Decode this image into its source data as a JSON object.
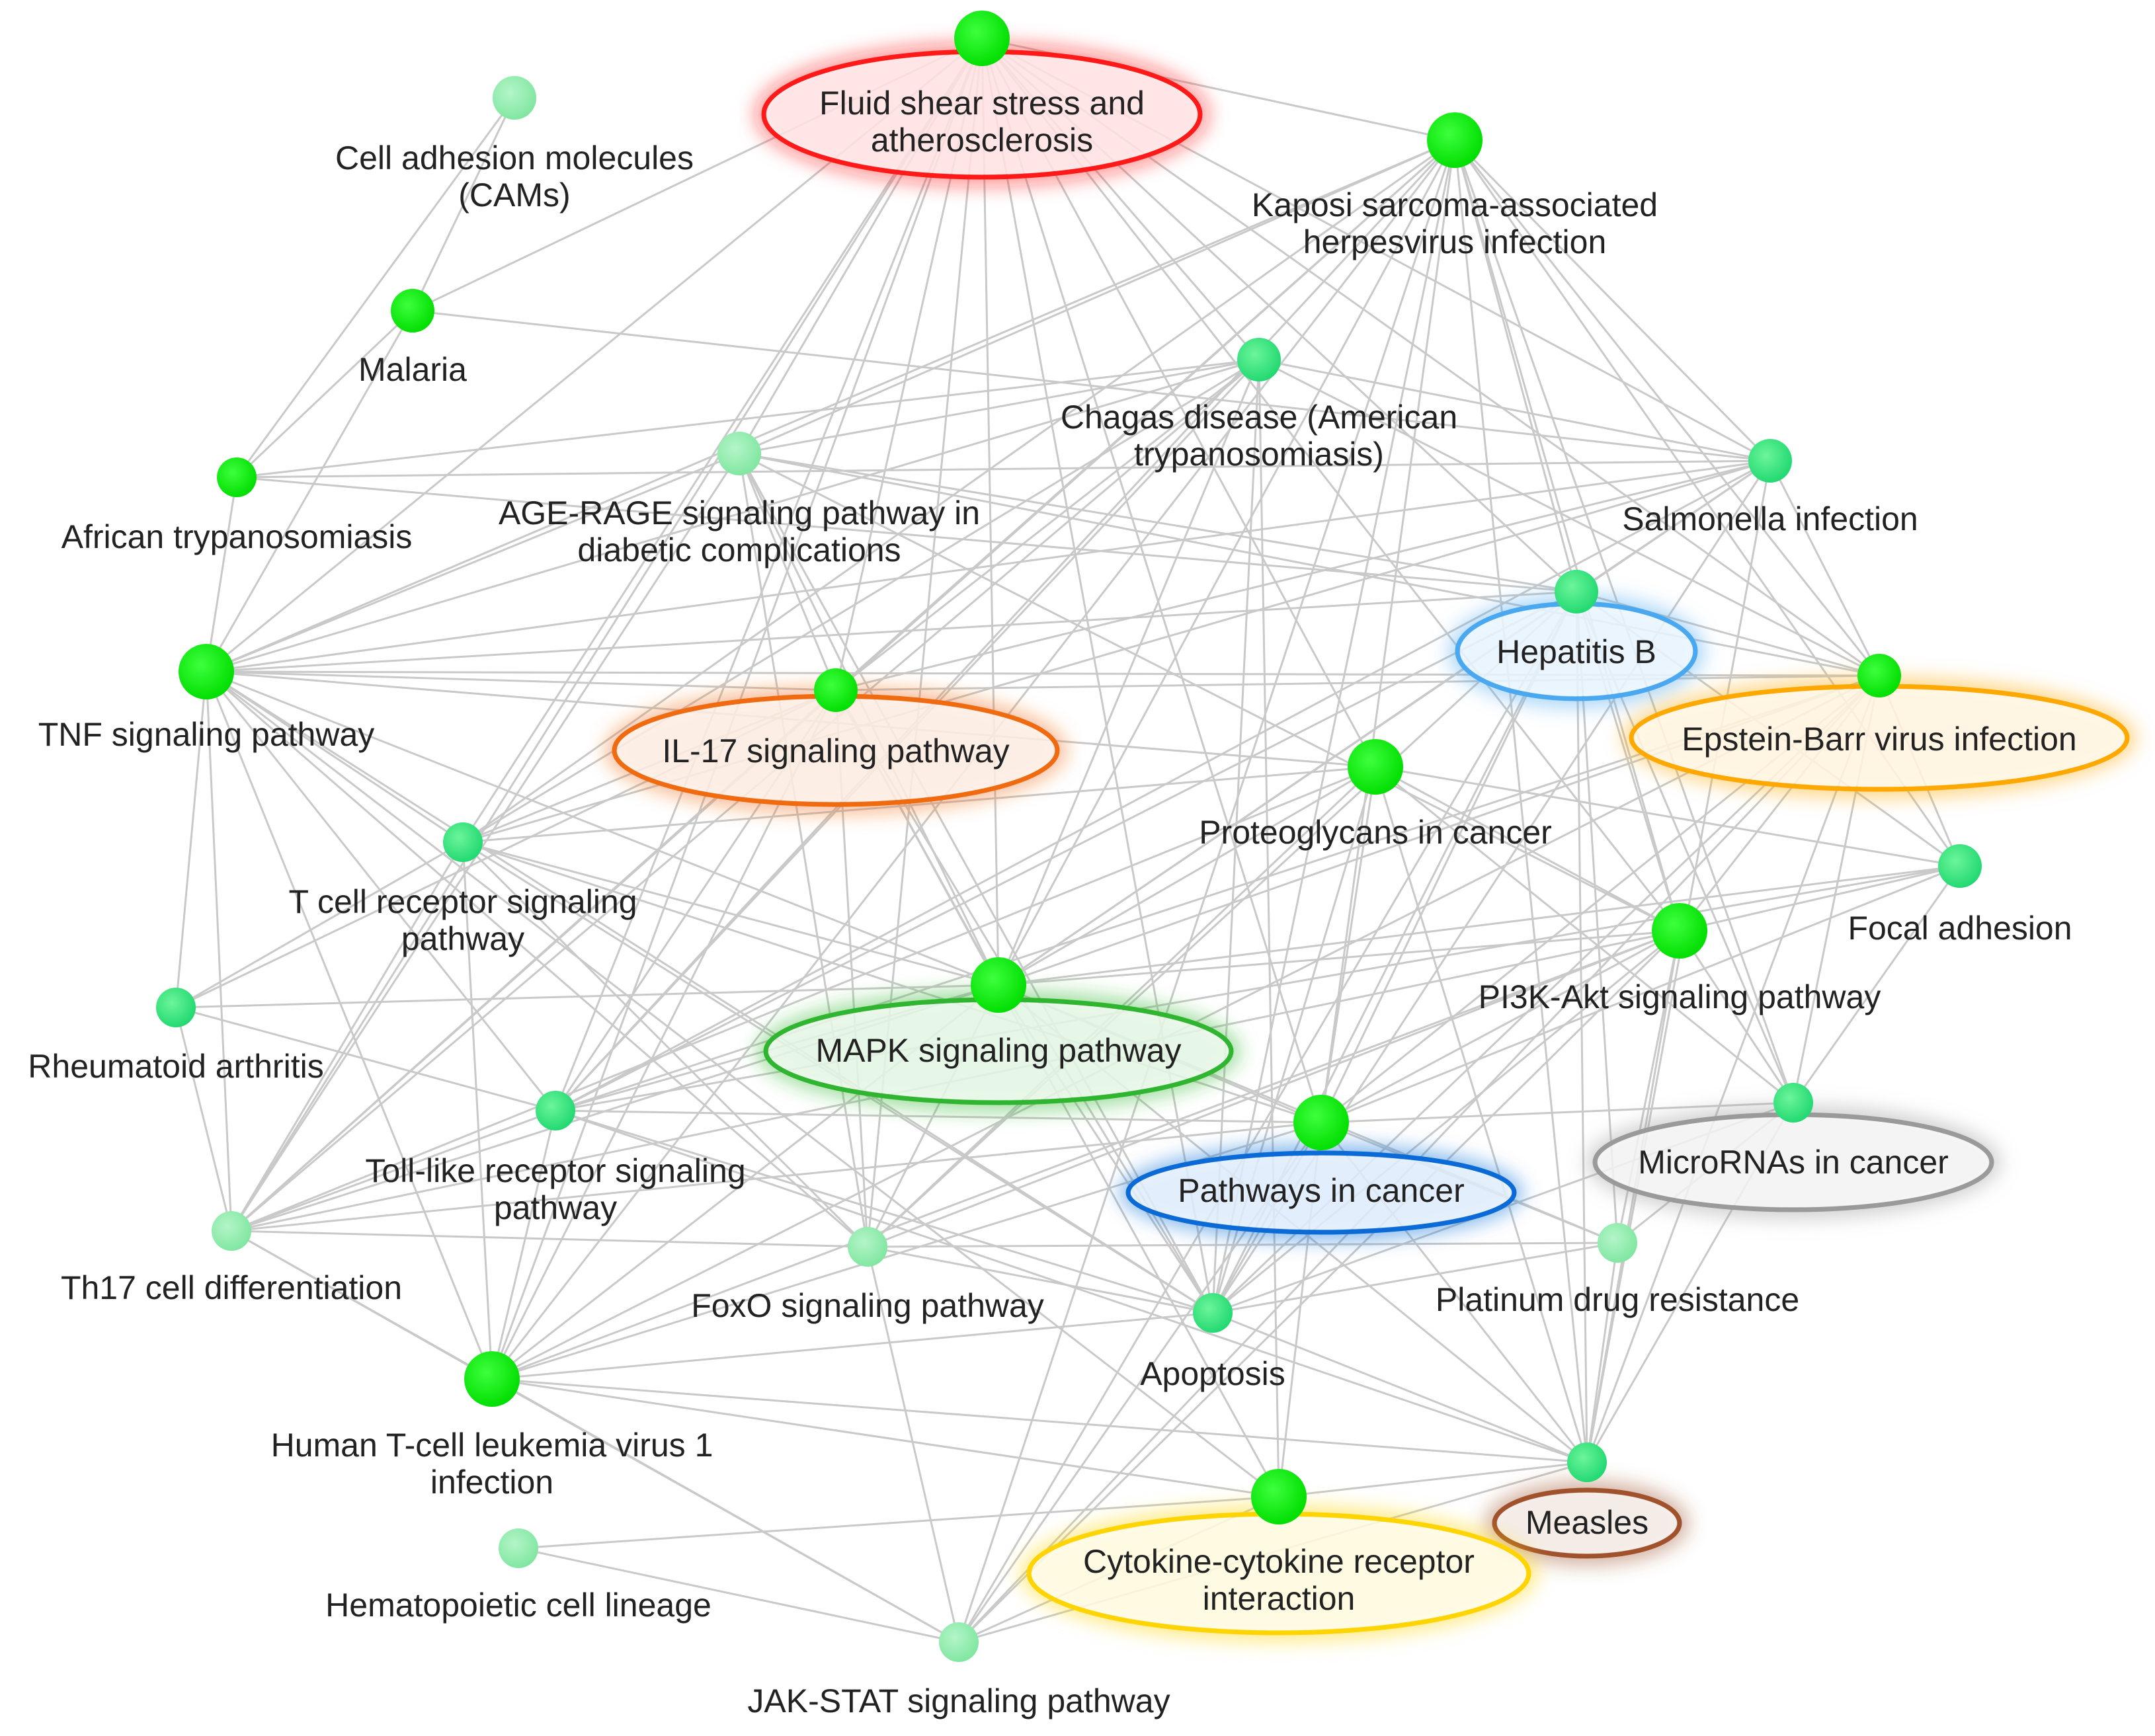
{
  "diagram": {
    "type": "pathway-network",
    "nodes": [
      {
        "id": "fluid-shear",
        "lines": [
          "Fluid shear stress and",
          "atherosclerosis"
        ],
        "size": "large",
        "shade": "bright",
        "highlight": "#ff1a1a"
      },
      {
        "id": "cams",
        "lines": [
          "Cell adhesion molecules",
          "(CAMs)"
        ],
        "size": "medium",
        "shade": "pale"
      },
      {
        "id": "kaposi",
        "lines": [
          "Kaposi sarcoma-associated",
          "herpesvirus infection"
        ],
        "size": "large",
        "shade": "bright"
      },
      {
        "id": "malaria",
        "lines": [
          "Malaria"
        ],
        "size": "medium",
        "shade": "bright"
      },
      {
        "id": "chagas",
        "lines": [
          "Chagas disease (American",
          "trypanosomiasis)"
        ],
        "size": "medium",
        "shade": "medium"
      },
      {
        "id": "african",
        "lines": [
          "African trypanosomiasis"
        ],
        "size": "small",
        "shade": "bright"
      },
      {
        "id": "age-rage",
        "lines": [
          "AGE-RAGE signaling pathway in",
          "diabetic complications"
        ],
        "size": "medium",
        "shade": "pale"
      },
      {
        "id": "salmonella",
        "lines": [
          "Salmonella infection"
        ],
        "size": "medium",
        "shade": "medium"
      },
      {
        "id": "hepatitis-b",
        "lines": [
          "Hepatitis B"
        ],
        "size": "medium",
        "shade": "medium",
        "highlight": "#4aa8f0"
      },
      {
        "id": "tnf",
        "lines": [
          "TNF signaling pathway"
        ],
        "size": "large",
        "shade": "bright"
      },
      {
        "id": "il17",
        "lines": [
          "IL-17 signaling pathway"
        ],
        "size": "medium",
        "shade": "bright",
        "highlight": "#f06a10"
      },
      {
        "id": "ebv",
        "lines": [
          "Epstein-Barr virus infection"
        ],
        "size": "medium",
        "shade": "bright",
        "highlight": "#ffa800"
      },
      {
        "id": "proteoglycans",
        "lines": [
          "Proteoglycans in cancer"
        ],
        "size": "large",
        "shade": "bright"
      },
      {
        "id": "tcr",
        "lines": [
          "T cell receptor signaling",
          "pathway"
        ],
        "size": "small",
        "shade": "medium"
      },
      {
        "id": "focal",
        "lines": [
          "Focal adhesion"
        ],
        "size": "medium",
        "shade": "medium"
      },
      {
        "id": "pi3k",
        "lines": [
          "PI3K-Akt signaling pathway"
        ],
        "size": "large",
        "shade": "bright"
      },
      {
        "id": "ra",
        "lines": [
          "Rheumatoid arthritis"
        ],
        "size": "small",
        "shade": "medium"
      },
      {
        "id": "mapk",
        "lines": [
          "MAPK signaling pathway"
        ],
        "size": "large",
        "shade": "bright",
        "highlight": "#2fb52f"
      },
      {
        "id": "tlr",
        "lines": [
          "Toll-like receptor signaling",
          "pathway"
        ],
        "size": "small",
        "shade": "medium"
      },
      {
        "id": "cancer",
        "lines": [
          "Pathways in cancer"
        ],
        "size": "large",
        "shade": "bright",
        "highlight": "#0a6ad6"
      },
      {
        "id": "mirna",
        "lines": [
          "MicroRNAs in cancer"
        ],
        "size": "small",
        "shade": "medium",
        "highlight": "#9a9a9a"
      },
      {
        "id": "th17",
        "lines": [
          "Th17 cell differentiation"
        ],
        "size": "small",
        "shade": "pale"
      },
      {
        "id": "foxo",
        "lines": [
          "FoxO signaling pathway"
        ],
        "size": "small",
        "shade": "pale"
      },
      {
        "id": "platinum",
        "lines": [
          "Platinum drug resistance"
        ],
        "size": "small",
        "shade": "pale"
      },
      {
        "id": "apoptosis",
        "lines": [
          "Apoptosis"
        ],
        "size": "small",
        "shade": "medium"
      },
      {
        "id": "htlv",
        "lines": [
          "Human T-cell leukemia virus 1",
          "infection"
        ],
        "size": "large",
        "shade": "bright"
      },
      {
        "id": "measles",
        "lines": [
          "Measles"
        ],
        "size": "small",
        "shade": "medium",
        "highlight": "#a0522d"
      },
      {
        "id": "cytokine",
        "lines": [
          "Cytokine-cytokine receptor",
          "interaction"
        ],
        "size": "large",
        "shade": "bright",
        "highlight": "#ffd400"
      },
      {
        "id": "hematopoietic",
        "lines": [
          "Hematopoietic cell lineage"
        ],
        "size": "small",
        "shade": "pale"
      },
      {
        "id": "jakstat",
        "lines": [
          "JAK-STAT signaling pathway"
        ],
        "size": "small",
        "shade": "pale"
      }
    ],
    "edges": [
      [
        "fluid-shear",
        "kaposi"
      ],
      [
        "fluid-shear",
        "malaria"
      ],
      [
        "fluid-shear",
        "age-rage"
      ],
      [
        "fluid-shear",
        "tnf"
      ],
      [
        "fluid-shear",
        "il17"
      ],
      [
        "fluid-shear",
        "mapk"
      ],
      [
        "fluid-shear",
        "cancer"
      ],
      [
        "fluid-shear",
        "proteoglycans"
      ],
      [
        "fluid-shear",
        "tcr"
      ],
      [
        "fluid-shear",
        "tlr"
      ],
      [
        "fluid-shear",
        "apoptosis"
      ],
      [
        "fluid-shear",
        "foxo"
      ],
      [
        "fluid-shear",
        "htlv"
      ],
      [
        "fluid-shear",
        "ebv"
      ],
      [
        "fluid-shear",
        "salmonella"
      ],
      [
        "fluid-shear",
        "chagas"
      ],
      [
        "fluid-shear",
        "pi3k"
      ],
      [
        "fluid-shear",
        "th17"
      ],
      [
        "fluid-shear",
        "hepatitis-b"
      ],
      [
        "cams",
        "malaria"
      ],
      [
        "cams",
        "african"
      ],
      [
        "malaria",
        "african"
      ],
      [
        "malaria",
        "tnf"
      ],
      [
        "malaria",
        "salmonella"
      ],
      [
        "african",
        "tnf"
      ],
      [
        "african",
        "chagas"
      ],
      [
        "african",
        "hepatitis-b"
      ],
      [
        "african",
        "salmonella"
      ],
      [
        "kaposi",
        "tnf"
      ],
      [
        "kaposi",
        "il17"
      ],
      [
        "kaposi",
        "mapk"
      ],
      [
        "kaposi",
        "cancer"
      ],
      [
        "kaposi",
        "pi3k"
      ],
      [
        "kaposi",
        "apoptosis"
      ],
      [
        "kaposi",
        "measles"
      ],
      [
        "kaposi",
        "hepatitis-b"
      ],
      [
        "kaposi",
        "ebv"
      ],
      [
        "kaposi",
        "tlr"
      ],
      [
        "kaposi",
        "htlv"
      ],
      [
        "kaposi",
        "jakstat"
      ],
      [
        "kaposi",
        "th17"
      ],
      [
        "kaposi",
        "mirna"
      ],
      [
        "kaposi",
        "salmonella"
      ],
      [
        "kaposi",
        "age-rage"
      ],
      [
        "kaposi",
        "tcr"
      ],
      [
        "kaposi",
        "focal"
      ],
      [
        "chagas",
        "tnf"
      ],
      [
        "chagas",
        "il17"
      ],
      [
        "chagas",
        "mapk"
      ],
      [
        "chagas",
        "tcr"
      ],
      [
        "chagas",
        "tlr"
      ],
      [
        "chagas",
        "apoptosis"
      ],
      [
        "chagas",
        "cytokine"
      ],
      [
        "chagas",
        "th17"
      ],
      [
        "chagas",
        "age-rage"
      ],
      [
        "chagas",
        "ebv"
      ],
      [
        "chagas",
        "salmonella"
      ],
      [
        "age-rage",
        "tnf"
      ],
      [
        "age-rage",
        "il17"
      ],
      [
        "age-rage",
        "mapk"
      ],
      [
        "age-rage",
        "foxo"
      ],
      [
        "age-rage",
        "apoptosis"
      ],
      [
        "age-rage",
        "th17"
      ],
      [
        "age-rage",
        "ebv"
      ],
      [
        "age-rage",
        "hepatitis-b"
      ],
      [
        "age-rage",
        "pi3k"
      ],
      [
        "salmonella",
        "tnf"
      ],
      [
        "salmonella",
        "mapk"
      ],
      [
        "salmonella",
        "tlr"
      ],
      [
        "salmonella",
        "apoptosis"
      ],
      [
        "salmonella",
        "ebv"
      ],
      [
        "salmonella",
        "measles"
      ],
      [
        "salmonella",
        "tcr"
      ],
      [
        "salmonella",
        "il17"
      ],
      [
        "salmonella",
        "hepatitis-b"
      ],
      [
        "hepatitis-b",
        "tnf"
      ],
      [
        "hepatitis-b",
        "mapk"
      ],
      [
        "hepatitis-b",
        "cancer"
      ],
      [
        "hepatitis-b",
        "measles"
      ],
      [
        "hepatitis-b",
        "mirna"
      ],
      [
        "hepatitis-b",
        "tlr"
      ],
      [
        "hepatitis-b",
        "apoptosis"
      ],
      [
        "hepatitis-b",
        "ebv"
      ],
      [
        "hepatitis-b",
        "pi3k"
      ],
      [
        "hepatitis-b",
        "jakstat"
      ],
      [
        "hepatitis-b",
        "foxo"
      ],
      [
        "hepatitis-b",
        "platinum"
      ],
      [
        "hepatitis-b",
        "focal"
      ],
      [
        "tnf",
        "il17"
      ],
      [
        "tnf",
        "mapk"
      ],
      [
        "tnf",
        "tcr"
      ],
      [
        "tnf",
        "ra"
      ],
      [
        "tnf",
        "th17"
      ],
      [
        "tnf",
        "htlv"
      ],
      [
        "tnf",
        "foxo"
      ],
      [
        "tnf",
        "apoptosis"
      ],
      [
        "tnf",
        "ebv"
      ],
      [
        "tnf",
        "proteoglycans"
      ],
      [
        "tnf",
        "tlr"
      ],
      [
        "tnf",
        "cytokine"
      ],
      [
        "il17",
        "mapk"
      ],
      [
        "il17",
        "tcr"
      ],
      [
        "il17",
        "th17"
      ],
      [
        "il17",
        "ra"
      ],
      [
        "il17",
        "htlv"
      ],
      [
        "il17",
        "tlr"
      ],
      [
        "il17",
        "cytokine"
      ],
      [
        "il17",
        "foxo"
      ],
      [
        "il17",
        "ebv"
      ],
      [
        "il17",
        "apoptosis"
      ],
      [
        "ebv",
        "cancer"
      ],
      [
        "ebv",
        "mapk"
      ],
      [
        "ebv",
        "pi3k"
      ],
      [
        "ebv",
        "apoptosis"
      ],
      [
        "ebv",
        "measles"
      ],
      [
        "ebv",
        "mirna"
      ],
      [
        "ebv",
        "tlr"
      ],
      [
        "ebv",
        "htlv"
      ],
      [
        "ebv",
        "jakstat"
      ],
      [
        "ebv",
        "focal"
      ],
      [
        "proteoglycans",
        "mapk"
      ],
      [
        "proteoglycans",
        "cancer"
      ],
      [
        "proteoglycans",
        "pi3k"
      ],
      [
        "proteoglycans",
        "focal"
      ],
      [
        "proteoglycans",
        "mirna"
      ],
      [
        "proteoglycans",
        "apoptosis"
      ],
      [
        "proteoglycans",
        "tcr"
      ],
      [
        "proteoglycans",
        "th17"
      ],
      [
        "proteoglycans",
        "foxo"
      ],
      [
        "proteoglycans",
        "measles"
      ],
      [
        "tcr",
        "mapk"
      ],
      [
        "tcr",
        "th17"
      ],
      [
        "tcr",
        "htlv"
      ],
      [
        "tcr",
        "ra"
      ],
      [
        "tcr",
        "apoptosis"
      ],
      [
        "tcr",
        "foxo"
      ],
      [
        "tcr",
        "cancer"
      ],
      [
        "focal",
        "pi3k"
      ],
      [
        "focal",
        "cancer"
      ],
      [
        "focal",
        "mirna"
      ],
      [
        "focal",
        "mapk"
      ],
      [
        "focal",
        "tlr"
      ],
      [
        "pi3k",
        "mapk"
      ],
      [
        "pi3k",
        "cancer"
      ],
      [
        "pi3k",
        "apoptosis"
      ],
      [
        "pi3k",
        "mirna"
      ],
      [
        "pi3k",
        "foxo"
      ],
      [
        "pi3k",
        "jakstat"
      ],
      [
        "pi3k",
        "measles"
      ],
      [
        "pi3k",
        "htlv"
      ],
      [
        "pi3k",
        "platinum"
      ],
      [
        "pi3k",
        "th17"
      ],
      [
        "ra",
        "th17"
      ],
      [
        "ra",
        "tlr"
      ],
      [
        "ra",
        "mapk"
      ],
      [
        "mapk",
        "cancer"
      ],
      [
        "mapk",
        "tlr"
      ],
      [
        "mapk",
        "foxo"
      ],
      [
        "mapk",
        "apoptosis"
      ],
      [
        "mapk",
        "htlv"
      ],
      [
        "mapk",
        "th17"
      ],
      [
        "mapk",
        "platinum"
      ],
      [
        "mapk",
        "measles"
      ],
      [
        "tlr",
        "th17"
      ],
      [
        "tlr",
        "htlv"
      ],
      [
        "tlr",
        "apoptosis"
      ],
      [
        "tlr",
        "cancer"
      ],
      [
        "tlr",
        "measles"
      ],
      [
        "cancer",
        "apoptosis"
      ],
      [
        "cancer",
        "mirna"
      ],
      [
        "cancer",
        "platinum"
      ],
      [
        "cancer",
        "jakstat"
      ],
      [
        "cancer",
        "measles"
      ],
      [
        "cancer",
        "cytokine"
      ],
      [
        "cancer",
        "htlv"
      ],
      [
        "mirna",
        "apoptosis"
      ],
      [
        "mirna",
        "platinum"
      ],
      [
        "mirna",
        "measles"
      ],
      [
        "th17",
        "htlv"
      ],
      [
        "th17",
        "foxo"
      ],
      [
        "th17",
        "jakstat"
      ],
      [
        "th17",
        "cancer"
      ],
      [
        "foxo",
        "apoptosis"
      ],
      [
        "foxo",
        "platinum"
      ],
      [
        "foxo",
        "jakstat"
      ],
      [
        "platinum",
        "apoptosis"
      ],
      [
        "platinum",
        "measles"
      ],
      [
        "apoptosis",
        "htlv"
      ],
      [
        "apoptosis",
        "measles"
      ],
      [
        "htlv",
        "measles"
      ],
      [
        "htlv",
        "jakstat"
      ],
      [
        "htlv",
        "cytokine"
      ],
      [
        "measles",
        "cytokine"
      ],
      [
        "measles",
        "jakstat"
      ],
      [
        "cytokine",
        "jakstat"
      ],
      [
        "hematopoietic",
        "jakstat"
      ],
      [
        "hematopoietic",
        "cytokine"
      ]
    ]
  }
}
